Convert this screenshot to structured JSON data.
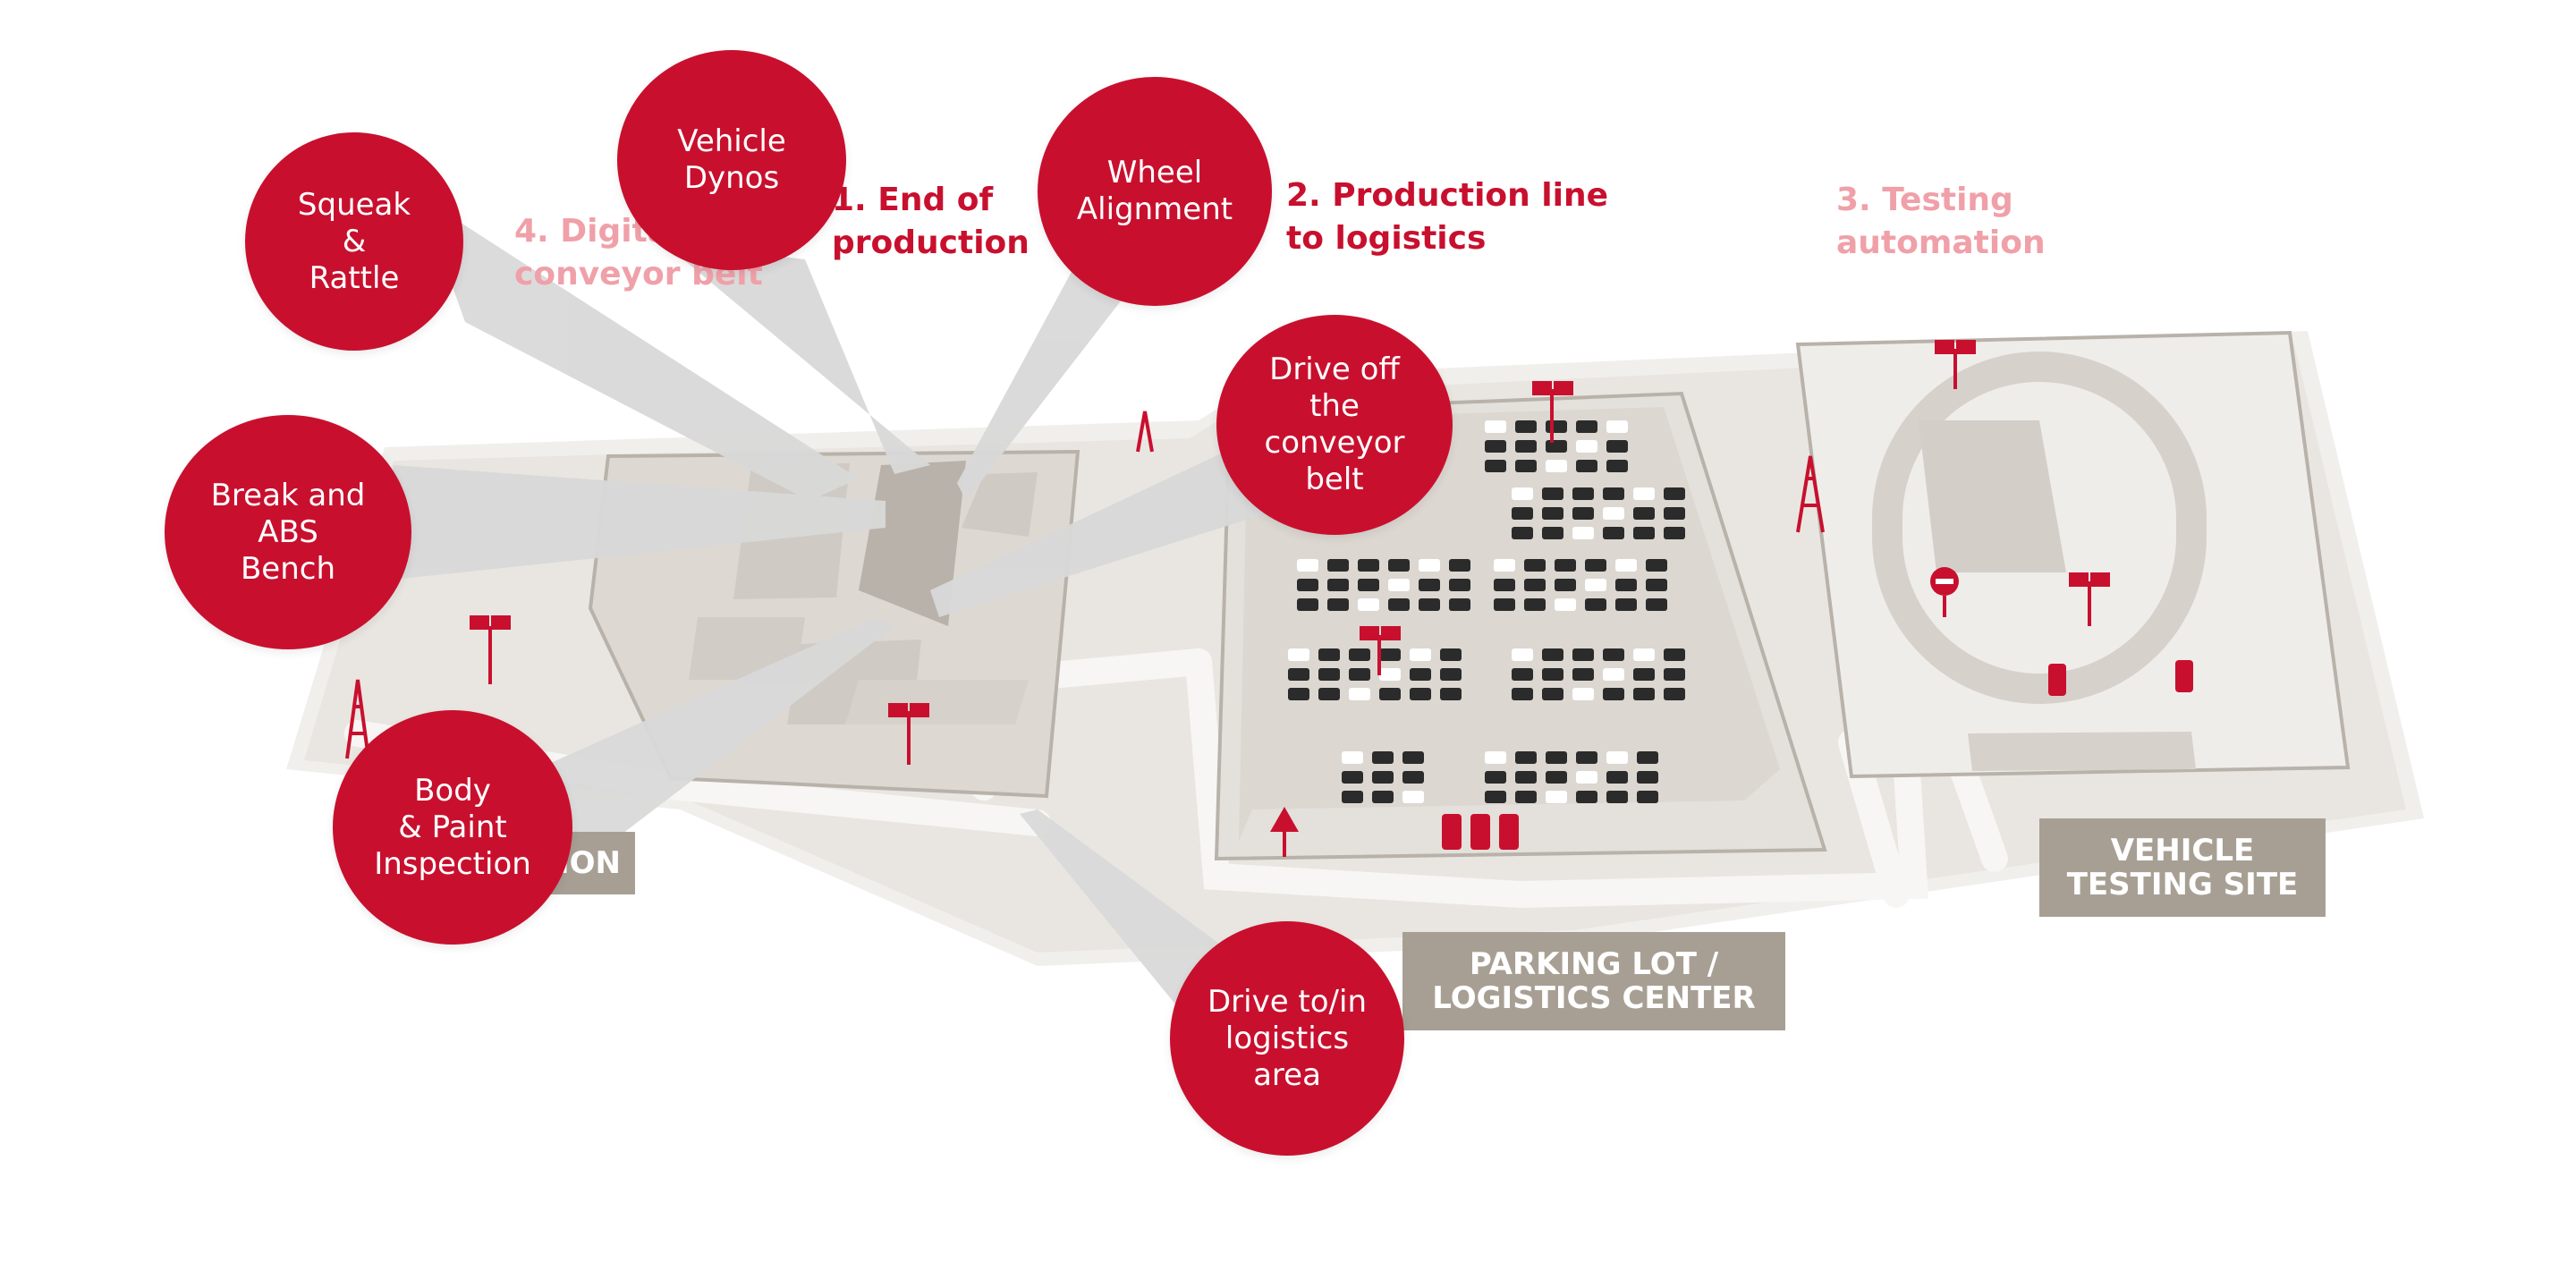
{
  "headings": {
    "digital_conveyor": "4. Digital\nconveyor belt",
    "end_of_production": "1. End of\nproduction",
    "production_line": "2. Production line\nto logistics",
    "testing_automation": "3. Testing\nautomation"
  },
  "callouts": {
    "squeak_rattle": "Squeak\n&\nRattle",
    "vehicle_dynos": "Vehicle\nDynos",
    "wheel_alignment": "Wheel\nAlignment",
    "drive_off_conveyor": "Drive off\nthe\nconveyor\nbelt",
    "break_abs_bench": "Break and\nABS\nBench",
    "body_paint_inspection": "Body\n& Paint\nInspection",
    "drive_to_logistics": "Drive to/in\nlogistics\narea"
  },
  "zones": {
    "production": "PRODUCTION",
    "parking_logistics": "PARKING LOT /\nLOGISTICS CENTER",
    "vehicle_testing": "VEHICLE\nTESTING SITE"
  },
  "colors": {
    "accent": "#c8102e",
    "accent_faded": "#f0a0a8",
    "zone_label": "#a89f94",
    "ground": "#e6e3df",
    "building": "#cfcac4",
    "beam": "#d9d9d9"
  }
}
